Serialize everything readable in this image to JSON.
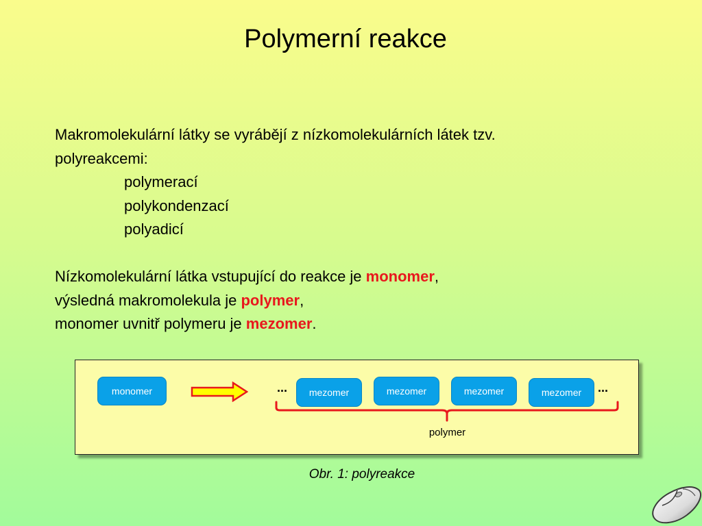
{
  "slide": {
    "title": "Polymerní reakce",
    "intro_line1": "Makromolekulární látky se vyrábějí z nízkomolekulárních látek tzv.",
    "intro_line2": "polyreakcemi:",
    "reaction_types": [
      "polymerací",
      "polykondenzací",
      "polyadicí"
    ],
    "definitions": {
      "monomer_prefix": "Nízkomolekulární látka vstupující do reakce je ",
      "monomer_term": "monomer",
      "monomer_suffix": ",",
      "polymer_prefix": "výsledná makromolekula je ",
      "polymer_term": "polymer",
      "polymer_suffix": ",",
      "mezomer_prefix": "monomer uvnitř polymeru je ",
      "mezomer_term": "mezomer",
      "mezomer_suffix": "."
    },
    "highlight_color": "#e8181d"
  },
  "diagram": {
    "monomer_label": "monomer",
    "ellipsis": "...",
    "mezomer_labels": [
      "mezomer",
      "mezomer",
      "mezomer",
      "mezomer"
    ],
    "polymer_label": "polymer",
    "pill_color": "#0aa1e8",
    "arrow_fill": "#ffff00",
    "arrow_stroke": "#e8181d",
    "brace_color": "#e8181d"
  },
  "caption": "Obr. 1: polyreakce",
  "icons": {
    "computer_mouse": "computer-mouse-icon"
  }
}
